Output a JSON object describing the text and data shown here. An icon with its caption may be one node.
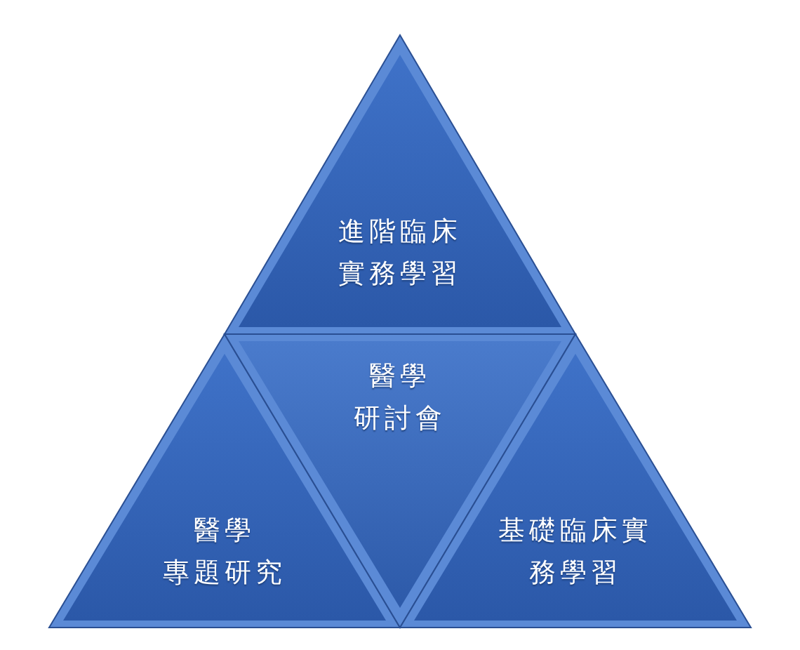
{
  "diagram": {
    "nodes": [
      {
        "text": [
          "進階臨床實務學習"
        ]
      },
      {
        "text": [
          "醫學",
          "專題研究"
        ]
      },
      {
        "text": [
          "醫學",
          "研討會"
        ]
      },
      {
        "text": [
          "基礎臨床實務學習"
        ]
      }
    ]
  }
}
